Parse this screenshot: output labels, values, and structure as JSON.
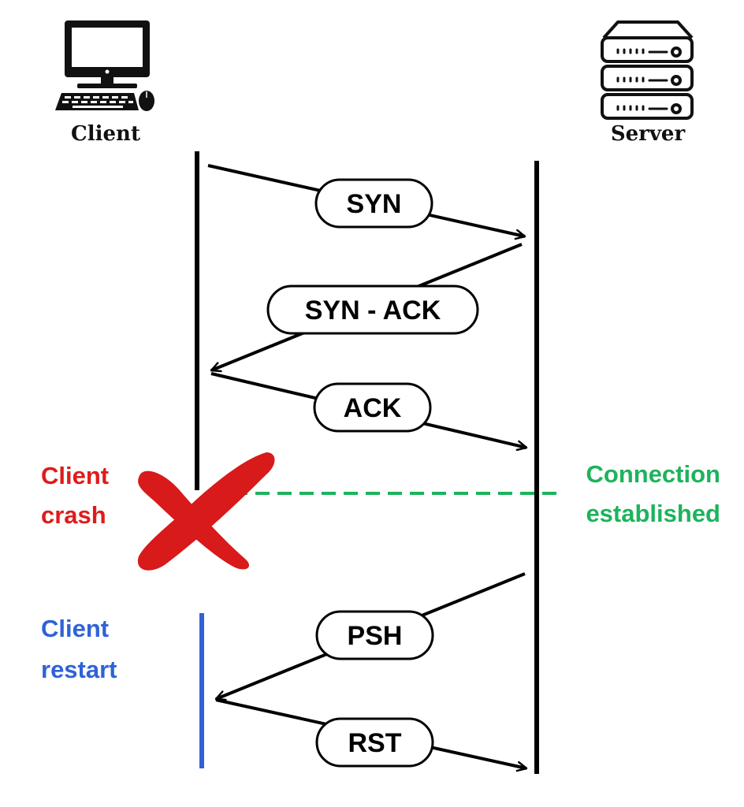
{
  "hosts": {
    "client": {
      "label": "Client",
      "icon": "desktop-computer-icon"
    },
    "server": {
      "label": "Server",
      "icon": "server-rack-icon"
    }
  },
  "messages": [
    {
      "label": "SYN",
      "direction": "client-to-server"
    },
    {
      "label": "SYN - ACK",
      "direction": "server-to-client"
    },
    {
      "label": "ACK",
      "direction": "client-to-server"
    },
    {
      "label": "PSH",
      "direction": "server-to-client"
    },
    {
      "label": "RST",
      "direction": "client-to-server"
    }
  ],
  "annotations": {
    "crash": {
      "line1": "Client",
      "line2": "crash",
      "color": "#e01b1b",
      "icon": "red-x-icon"
    },
    "established": {
      "line1": "Connection",
      "line2": "established",
      "color": "#1db35c"
    },
    "restart": {
      "line1": "Client",
      "line2": "restart",
      "color": "#2f62d6"
    }
  }
}
